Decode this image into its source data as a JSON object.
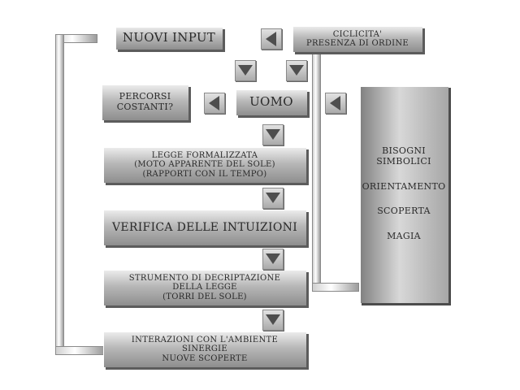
{
  "nodes": {
    "nuovi_input": "NUOVI INPUT",
    "ciclicita": [
      "CICLICITA'",
      "PRESENZA DI ORDINE"
    ],
    "percorsi": [
      "PERCORSI",
      "COSTANTI?"
    ],
    "uomo": "UOMO",
    "legge": [
      "LEGGE FORMALIZZATA",
      "(MOTO APPARENTE DEL SOLE)",
      "(RAPPORTI CON IL TEMPO)"
    ],
    "verifica": "VERIFICA DELLE INTUIZIONI",
    "strumento": [
      "STRUMENTO DI DECRIPTAZIONE",
      "DELLA LEGGE",
      "(TORRI DEL SOLE)"
    ],
    "interazioni": [
      "INTERAZIONI CON L'AMBIENTE",
      "SINERGIE",
      "NUOVE SCOPERTE"
    ]
  },
  "side_panel": {
    "items": [
      [
        "BISOGNI",
        "SIMBOLICI"
      ],
      [
        "ORIENTAMENTO"
      ],
      [
        "SCOPERTA"
      ],
      [
        "MAGIA"
      ]
    ]
  },
  "icons": {
    "arrow_down": "triangle-down-arrow-icon",
    "arrow_left": "triangle-left-arrow-icon"
  },
  "colors": {
    "box_light": "#eeeeee",
    "box_dark": "#8e8e8e",
    "arrow": "#4e4e4e",
    "text": "#2a2a2a"
  }
}
